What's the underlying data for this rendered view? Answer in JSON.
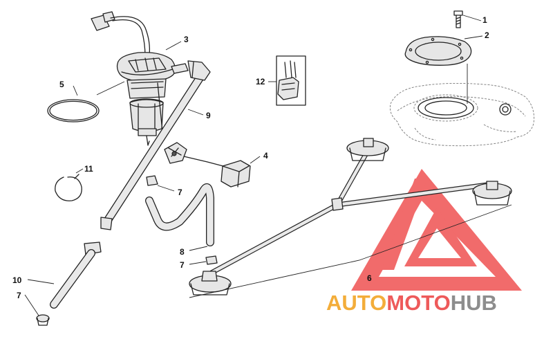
{
  "colors": {
    "part_fill": "#e6e6e6",
    "hose_fill": "#e9e9e9",
    "dark_detail": "#555555",
    "outline": "#222222",
    "watermark_red": "#ef4b4b",
    "brand_orange": "#f3ad3a",
    "brand_red": "#ee5a5a",
    "brand_gray": "#8d8d8d"
  },
  "callouts": {
    "c1": "1",
    "c2": "2",
    "c3": "3",
    "c4": "4",
    "c5": "5",
    "c6": "6",
    "c7a": "7",
    "c7b": "7",
    "c7c": "7",
    "c8": "8",
    "c9": "9",
    "c10": "10",
    "c11": "11",
    "c12": "12"
  },
  "watermark": {
    "brand_part1": "AUTO",
    "brand_part2": "MOTO",
    "brand_part3": "HUB"
  }
}
